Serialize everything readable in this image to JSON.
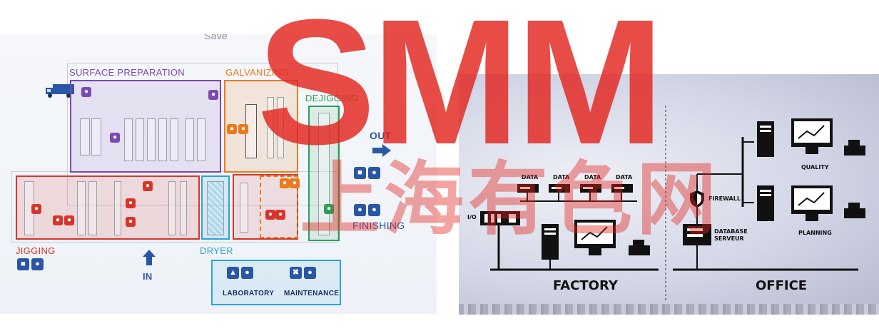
{
  "left": {
    "save_text": "Save",
    "zones": {
      "surface_preparation": "SURFACE PREPARATION",
      "galvanizing": "GALVANIZING",
      "dejigging": "DEJIGGING",
      "jigging": "JIGGING",
      "dryer": "DRYER",
      "finishing": "FINISHING"
    },
    "out_label": "OUT",
    "in_label": "IN",
    "legend": {
      "laboratory": "LABORATORY",
      "maintenance": "MAINTENANCE"
    },
    "colors": {
      "surface_preparation": "#7b49b5",
      "galvanizing": "#ec7a1c",
      "dejigging": "#2f9e55",
      "jigging": "#d8352a",
      "dryer": "#2aa5d8",
      "finishing": "#2a56a8"
    }
  },
  "right": {
    "io_label": "I/O",
    "data_labels": [
      "DATA",
      "DATA",
      "DATA",
      "DATA"
    ],
    "firewall": "FIREWALL",
    "database": [
      "DATABASE",
      "SERVEUR"
    ],
    "quality": "QUALITY",
    "planning": "PLANNING",
    "factory": "FACTORY",
    "office": "OFFICE"
  },
  "watermark": {
    "latin": "SMM",
    "chinese": "上海有色网",
    "color": "#e3251f"
  }
}
